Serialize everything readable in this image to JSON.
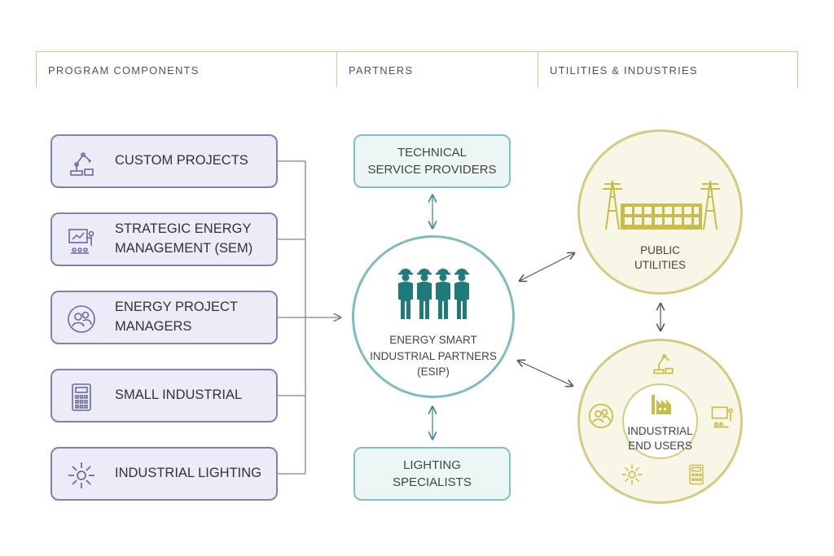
{
  "headers": {
    "program_components": "PROGRAM COMPONENTS",
    "partners": "PARTNERS",
    "utilities_industries": "UTILITIES & INDUSTRIES"
  },
  "programs": [
    {
      "label": "CUSTOM PROJECTS",
      "icon": "robot-arm-icon"
    },
    {
      "label": "STRATEGIC ENERGY\nMANAGEMENT (SEM)",
      "icon": "presentation-icon"
    },
    {
      "label": "ENERGY PROJECT\nMANAGERS",
      "icon": "people-icon"
    },
    {
      "label": "SMALL INDUSTRIAL",
      "icon": "calculator-icon"
    },
    {
      "label": "INDUSTRIAL LIGHTING",
      "icon": "light-burst-icon"
    }
  ],
  "partners": {
    "technical": "TECHNICAL\nSERVICE PROVIDERS",
    "lighting": "LIGHTING\nSPECIALISTS"
  },
  "esip": {
    "label": "ENERGY SMART\nINDUSTRIAL PARTNERS\n(ESIP)",
    "icon": "workers-icon"
  },
  "public_utilities": {
    "label": "PUBLIC\nUTILITIES",
    "icon": "power-towers-building-icon"
  },
  "industrial_end_users": {
    "label": "INDUSTRIAL\nEND USERS",
    "icon": "factory-icon"
  },
  "colors": {
    "program_border": "#7f80b5",
    "program_fill": "#ecebf7",
    "partner_border": "#7fc0be",
    "esip_figures": "#1f7a7a",
    "utility_gold": "#c9bd4a",
    "header_line": "#cfc98a"
  }
}
